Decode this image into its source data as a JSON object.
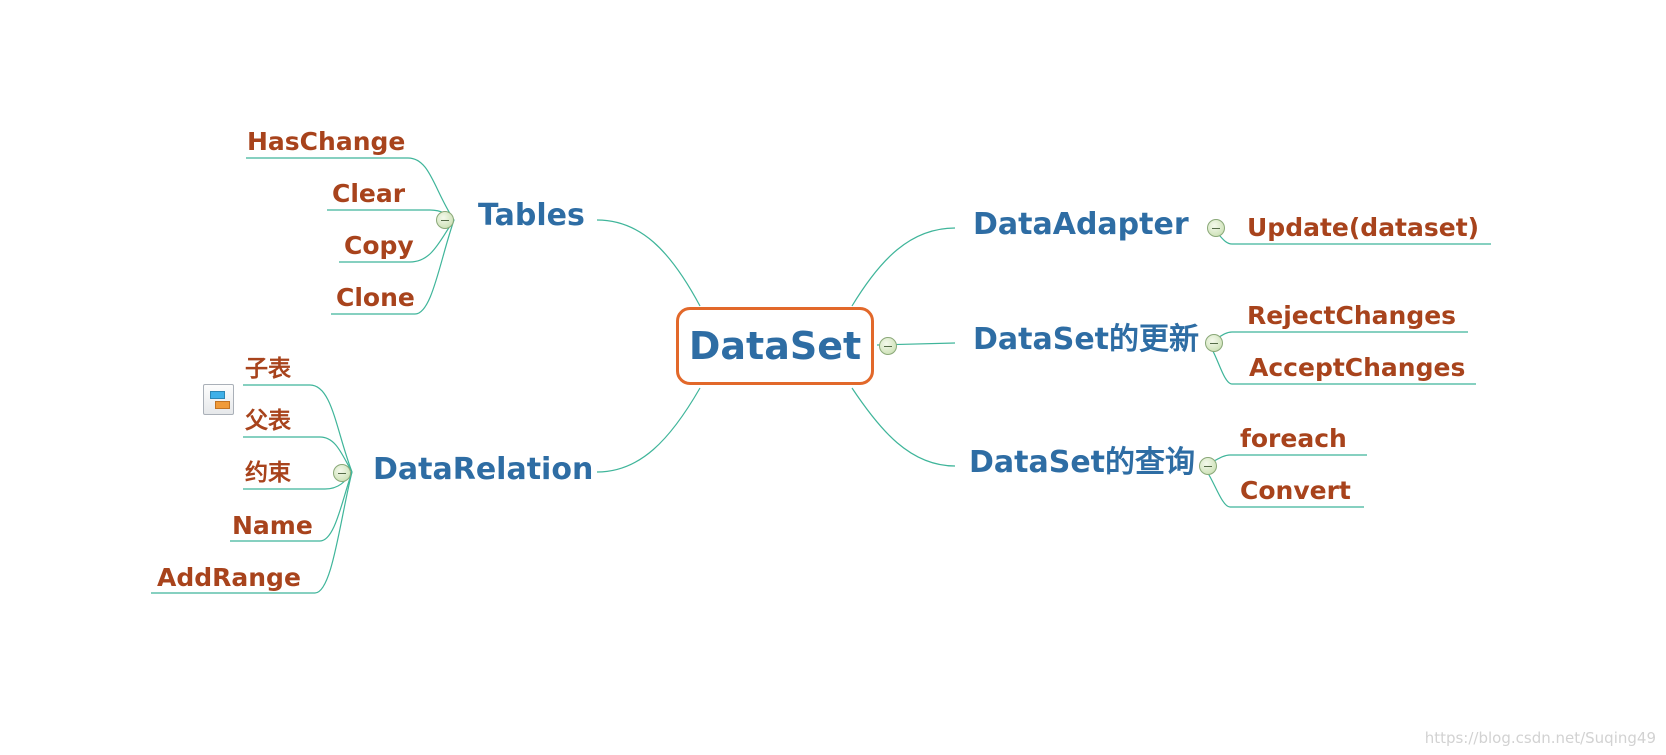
{
  "root": {
    "label": "DataSet"
  },
  "branches": {
    "tables": {
      "label": "Tables",
      "children": [
        "HasChange",
        "Clear",
        "Copy",
        "Clone"
      ]
    },
    "relation": {
      "label": "DataRelation",
      "children": [
        "子表",
        "父表",
        "约束",
        "Name",
        "AddRange"
      ]
    },
    "adapter": {
      "label": "DataAdapter",
      "children": [
        "Update(dataset)"
      ]
    },
    "update": {
      "label": "DataSet的更新",
      "children": [
        "RejectChanges",
        "AcceptChanges"
      ]
    },
    "query": {
      "label": "DataSet的查询",
      "children": [
        "foreach",
        "Convert"
      ]
    }
  },
  "icons": {
    "toggle": "collapse-toggle-icon",
    "relation_marker": "relation-table-icon"
  },
  "colors": {
    "branch_text": "#2e6da4",
    "leaf_text": "#a8431c",
    "root_border": "#e2682a",
    "connector": "#3fb59a"
  },
  "watermark": "https://blog.csdn.net/Suqing49"
}
